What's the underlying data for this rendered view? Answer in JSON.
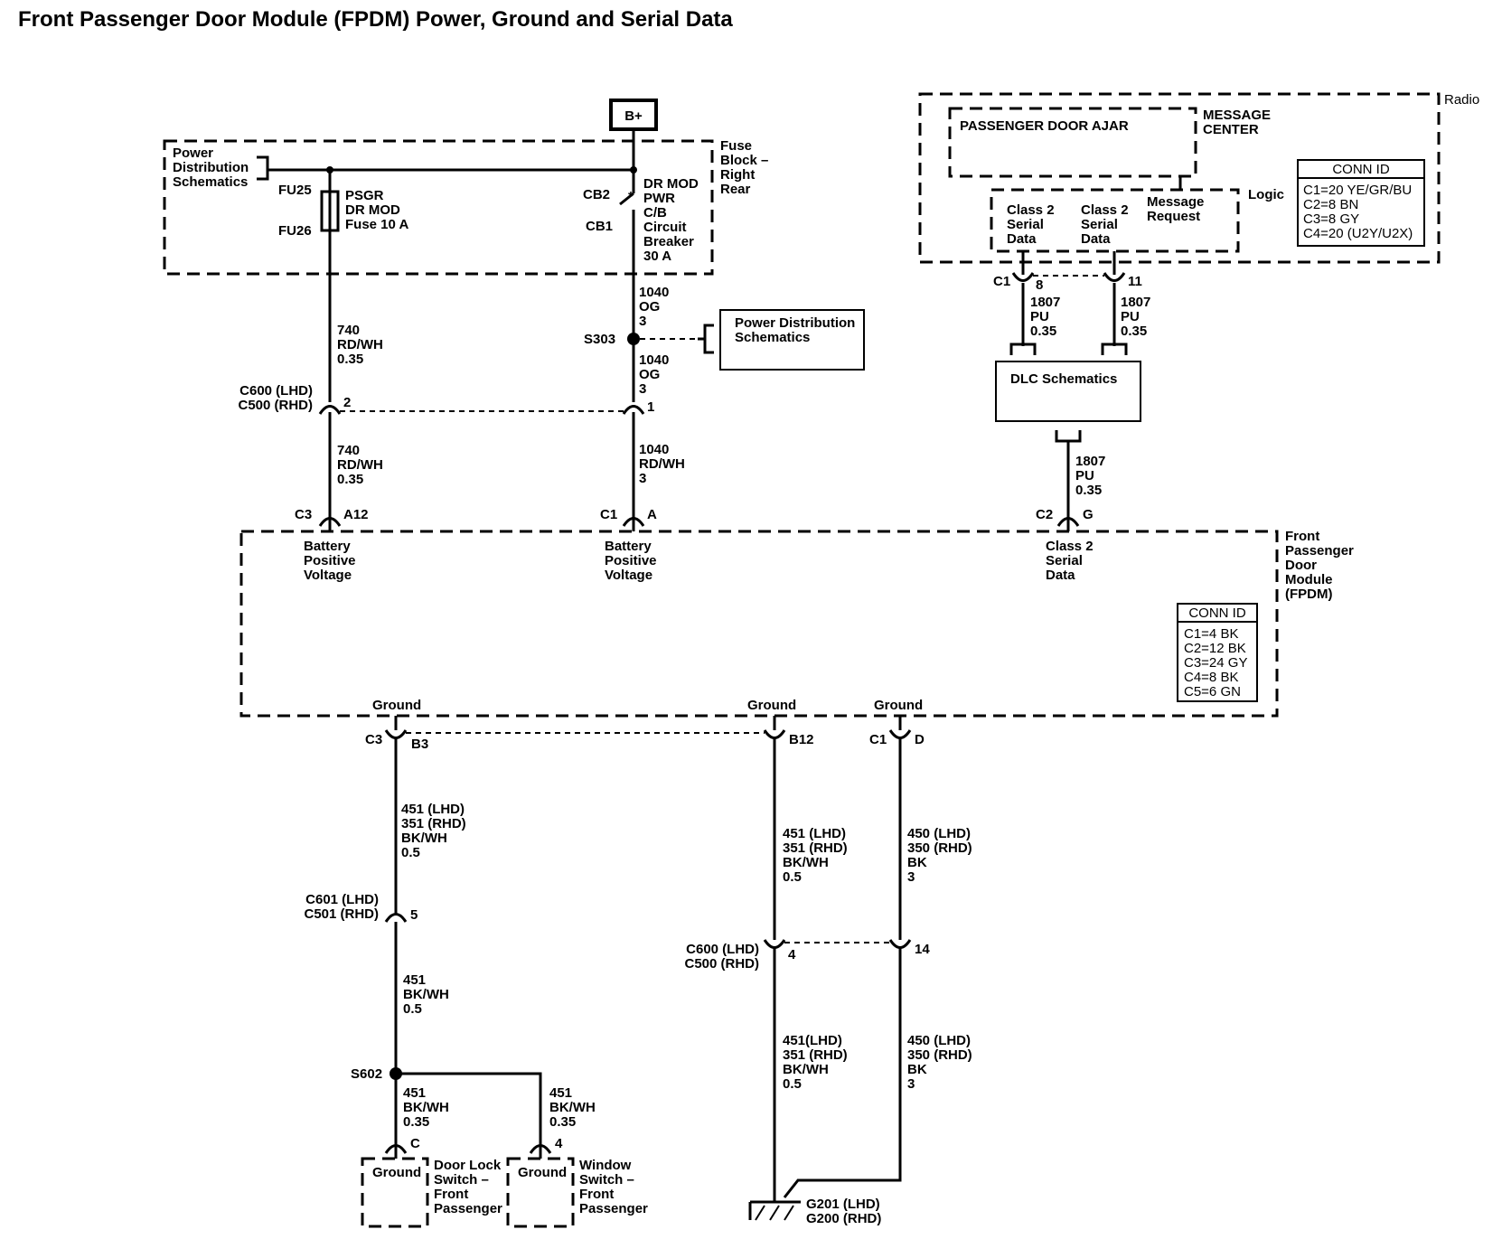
{
  "title": "Front Passenger Door Module (FPDM) Power, Ground and Serial Data",
  "power": {
    "bplus": "B+",
    "pds_label": [
      "Power",
      "Distribution",
      "Schematics"
    ],
    "fuse_block": [
      "Fuse",
      "Block –",
      "Right",
      "Rear"
    ],
    "fu25": "FU25",
    "fu26": "FU26",
    "fuse_label": [
      "PSGR",
      "DR MOD",
      "Fuse 10 A"
    ],
    "cb2": "CB2",
    "cb1": "CB1",
    "cb_label": [
      "DR MOD",
      "PWR",
      "C/B",
      "Circuit",
      "Breaker",
      "30 A"
    ],
    "pds_box": [
      "Power Distribution",
      "Schematics"
    ],
    "s303": "S303"
  },
  "wires": {
    "w1040_og_a": [
      "1040",
      "OG",
      "3"
    ],
    "w1040_og_b": [
      "1040",
      "OG",
      "3"
    ],
    "w1040_rdwh": [
      "1040",
      "RD/WH",
      "3"
    ],
    "w740_a": [
      "740",
      "RD/WH",
      "0.35"
    ],
    "w740_b": [
      "740",
      "RD/WH",
      "0.35"
    ],
    "w1807_a": [
      "1807",
      "PU",
      "0.35"
    ],
    "w1807_b": [
      "1807",
      "PU",
      "0.35"
    ],
    "w1807_c": [
      "1807",
      "PU",
      "0.35"
    ],
    "w451_top": [
      "451 (LHD)",
      "351 (RHD)",
      "BK/WH",
      "0.5"
    ],
    "w451_mid": [
      "451",
      "BK/WH",
      "0.5"
    ],
    "w451_c": [
      "451",
      "BK/WH",
      "0.35"
    ],
    "w451_4": [
      "451",
      "BK/WH",
      "0.35"
    ],
    "w451_b12": [
      "451 (LHD)",
      "351 (RHD)",
      "BK/WH",
      "0.5"
    ],
    "w450_d": [
      "450 (LHD)",
      "350 (RHD)",
      "BK",
      "3"
    ],
    "w451_low": [
      "451(LHD)",
      "351 (RHD)",
      "BK/WH",
      "0.5"
    ],
    "w450_low": [
      "450 (LHD)",
      "350 (RHD)",
      "BK",
      "3"
    ]
  },
  "connectors": {
    "c600_top": [
      "C600 (LHD)",
      "C500 (RHD)"
    ],
    "pin2": "2",
    "pin1": "1",
    "c3_a12": [
      "C3",
      "A12"
    ],
    "c1_a": [
      "C1",
      "A"
    ],
    "c2_g": [
      "C2",
      "G"
    ],
    "radio_c1": [
      "C1",
      "8",
      "11"
    ],
    "c3_b3": [
      "C3",
      "B3"
    ],
    "b12": "B12",
    "c1_d": [
      "C1",
      "D"
    ],
    "c601": [
      "C601 (LHD)",
      "C501 (RHD)"
    ],
    "pin5": "5",
    "c600_low": [
      "C600 (LHD)",
      "C500 (RHD)"
    ],
    "pin4": "4",
    "pin14": "14",
    "s602": "S602",
    "pin_c": "C",
    "pin_4b": "4"
  },
  "radio": {
    "label": "Radio",
    "door_ajar": "PASSENGER DOOR AJAR",
    "msg_center": [
      "MESSAGE",
      "CENTER"
    ],
    "logic": "Logic",
    "class2_a": [
      "Class 2",
      "Serial",
      "Data"
    ],
    "class2_b": [
      "Class 2",
      "Serial",
      "Data"
    ],
    "msg_request": [
      "Message",
      "Request"
    ],
    "conn_title": "CONN ID",
    "conn_items": [
      "C1=20 YE/GR/BU",
      "C2=8 BN",
      "C3=8 GY",
      "C4=20 (U2Y/U2X)"
    ]
  },
  "dlc": "DLC Schematics",
  "fpdm": {
    "label": [
      "Front",
      "Passenger",
      "Door",
      "Module",
      "(FPDM)"
    ],
    "bpv_1": [
      "Battery",
      "Positive",
      "Voltage"
    ],
    "bpv_2": [
      "Battery",
      "Positive",
      "Voltage"
    ],
    "class2": [
      "Class 2",
      "Serial",
      "Data"
    ],
    "ground_1": "Ground",
    "ground_2": "Ground",
    "ground_3": "Ground",
    "conn_title": "CONN ID",
    "conn_items": [
      "C1=4 BK",
      "C2=12 BK",
      "C3=24 GY",
      "C4=8 BK",
      "C5=6 GN"
    ]
  },
  "bottom": {
    "ground_dl": "Ground",
    "dl_switch": [
      "Door Lock",
      "Switch –",
      "Front",
      "Passenger"
    ],
    "ground_win": "Ground",
    "win_switch": [
      "Window",
      "Switch –",
      "Front",
      "Passenger"
    ],
    "g201": [
      "G201 (LHD)",
      "G200 (RHD)"
    ]
  }
}
